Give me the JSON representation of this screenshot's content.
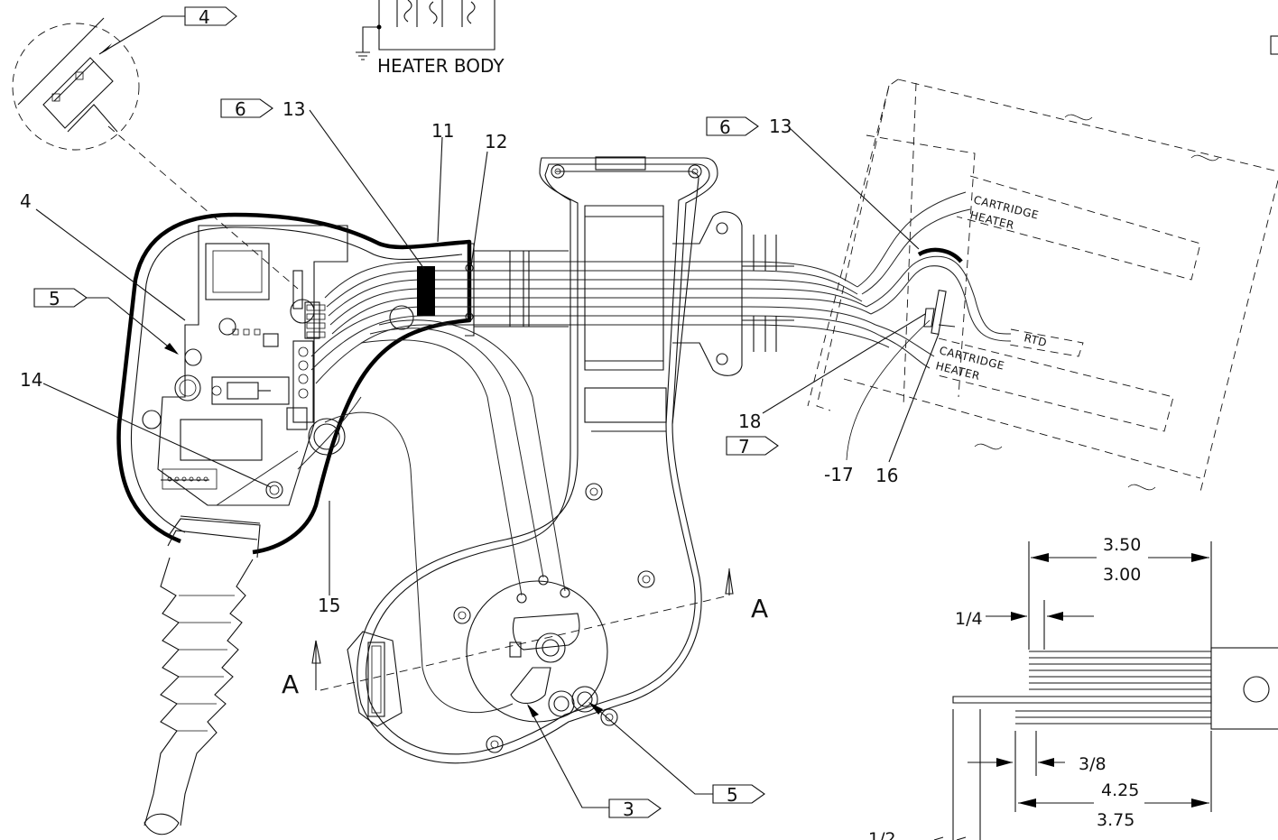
{
  "top_note": {
    "label": "HEATER BODY"
  },
  "callouts": {
    "c4_top": "4",
    "c4": "4",
    "c5_left": "5",
    "c14": "14",
    "c15": "15",
    "c13_left": "13",
    "c11": "11",
    "c12": "12",
    "c13_right": "13",
    "c18": "18",
    "c17": "-17",
    "c16": "16"
  },
  "flags": {
    "f4_top": "4",
    "f6_left": "6",
    "f5_left": "5",
    "f6_right": "6",
    "f7": "7",
    "f3": "3",
    "f5_bottom": "5"
  },
  "heater_labels": {
    "cartridge_top_1": "CARTRIDGE",
    "cartridge_top_2": "HEATER",
    "rtd": "RTD",
    "cartridge_bot_1": "CARTRIDGE",
    "cartridge_bot_2": "HEATER"
  },
  "section": {
    "label_left": "A",
    "label_right": "A"
  },
  "dimensions": {
    "d350": "3.50",
    "d300": "3.00",
    "d14": "1/4",
    "d38": "3/8",
    "d425": "4.25",
    "d375": "3.75",
    "d12": "1/2"
  }
}
